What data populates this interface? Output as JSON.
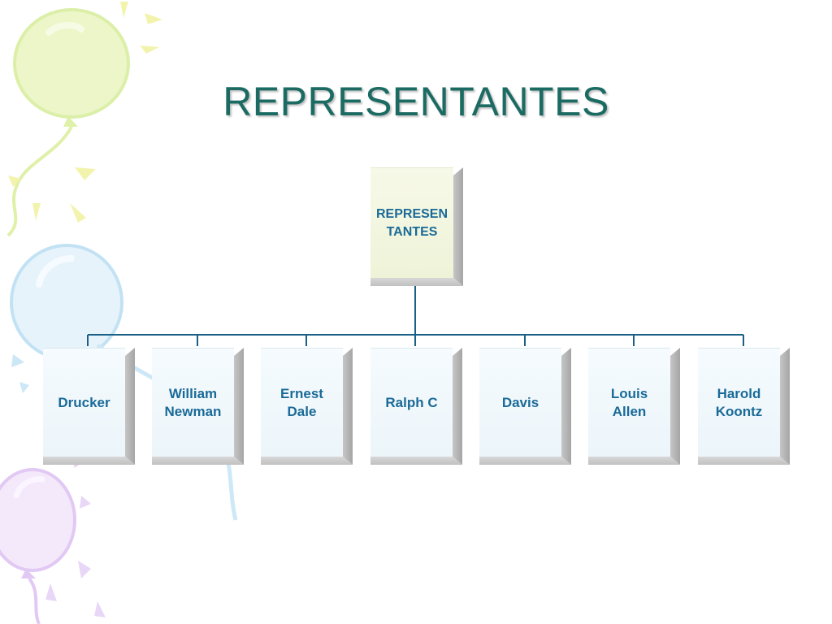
{
  "slide": {
    "title": "REPRESENTANTES"
  },
  "org_chart": {
    "root": {
      "label": "REPRESEN\nTANTES"
    },
    "children": [
      {
        "label": "Drucker"
      },
      {
        "label": "William\nNewman"
      },
      {
        "label": "Ernest\nDale"
      },
      {
        "label": "Ralph C"
      },
      {
        "label": "Davis"
      },
      {
        "label": "Louis\nAllen"
      },
      {
        "label": "Harold\nKoontz"
      }
    ]
  },
  "colors": {
    "title": "#1b6b63",
    "node_text": "#1a6a98",
    "connector": "#1a5f86"
  }
}
